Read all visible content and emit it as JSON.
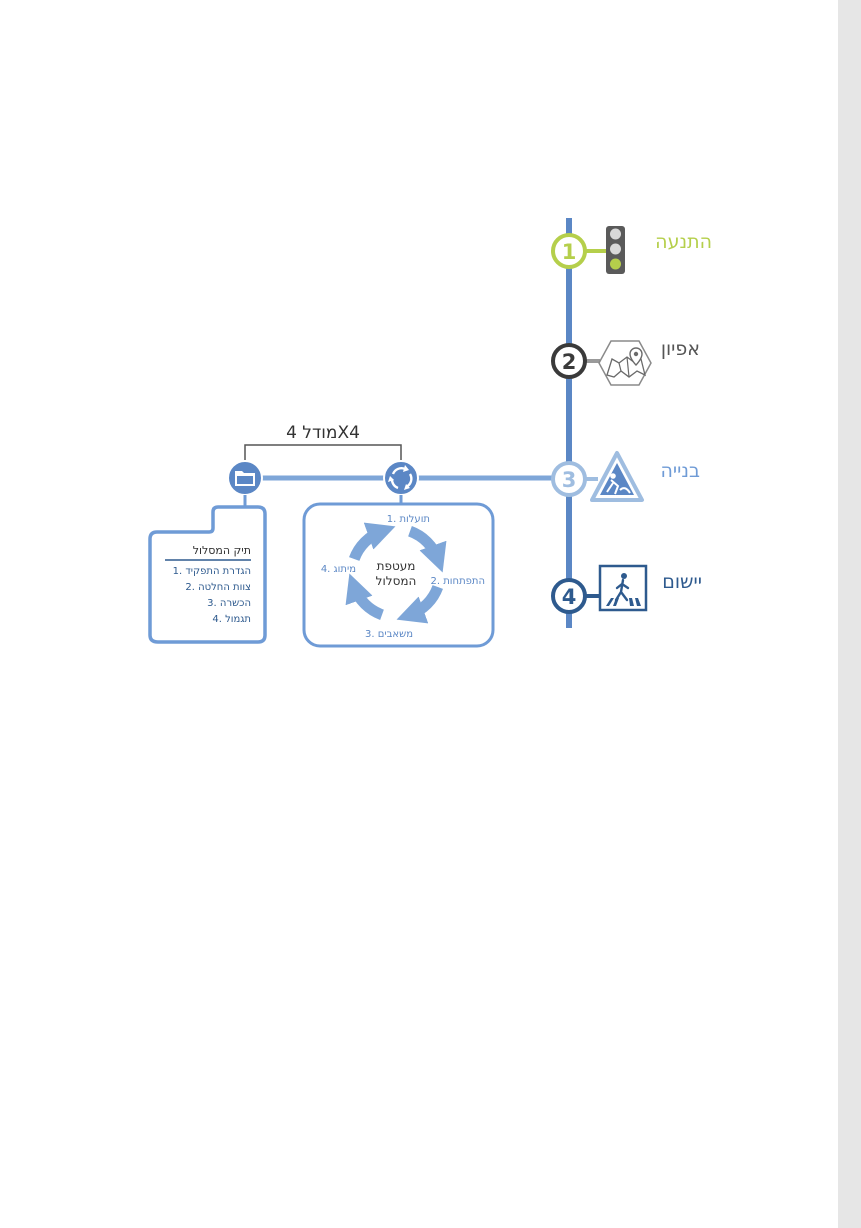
{
  "colors": {
    "stage1": "#b5cf4b",
    "stage2": "#3a3a3a",
    "stage3": "#9fbde0",
    "stage4": "#2e5a8e",
    "line": "#5b87c5",
    "mid": "#7ea6d8",
    "frame": "#6f9bd6",
    "text_dark": "#2e5a8e",
    "label_gray": "#555555",
    "sidebar": "#e6e6e6"
  },
  "stages": [
    {
      "num": "1",
      "label": "התנעה",
      "icon": "traffic-light-icon"
    },
    {
      "num": "2",
      "label": "אפיון",
      "icon": "map-pin-icon"
    },
    {
      "num": "3",
      "label": "בנייה",
      "icon": "construction-sign-icon"
    },
    {
      "num": "4",
      "label": "יישום",
      "icon": "pedestrian-crossing-icon"
    }
  ],
  "model_title": "מודל 4X4",
  "folder": {
    "icon": "folder-icon",
    "title": "תיק המסלול",
    "items": [
      "1. הגדרת התפקיד",
      "2. צוות החלטה",
      "3. הכשרה",
      "4. תגמול"
    ]
  },
  "cycle": {
    "icon": "cycle-arrows-icon",
    "center_line1": "מעטפת",
    "center_line2": "המסלול",
    "items": [
      "1. תועלות",
      "2. התפתחות",
      "3. משאבים",
      "4. מיתוג"
    ]
  }
}
